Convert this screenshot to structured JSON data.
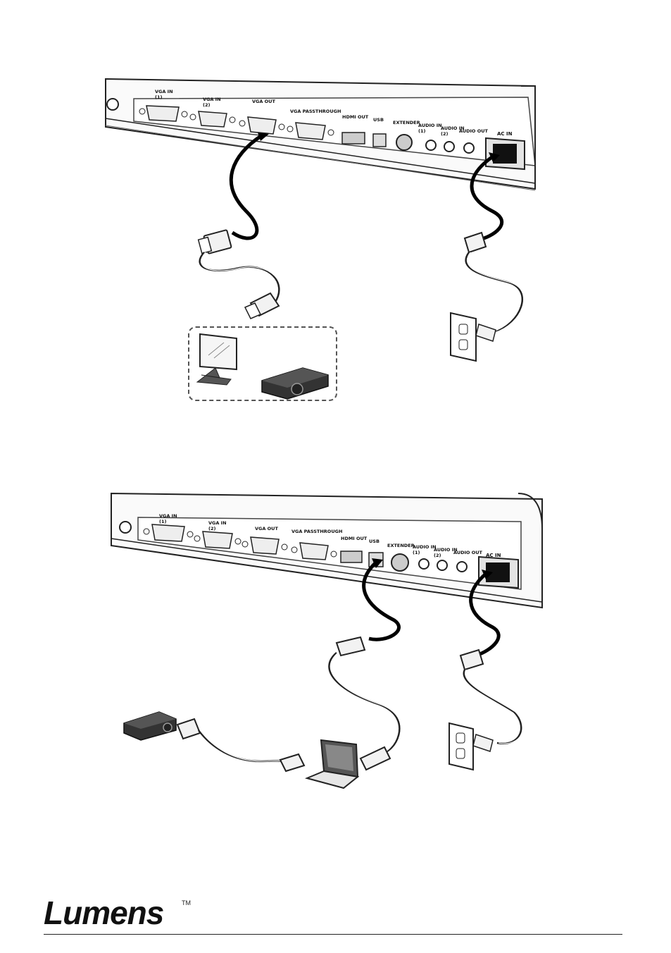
{
  "panel_top": {
    "ports": {
      "vga_in_1": "VGA IN\n(1)",
      "vga_in_2": "VGA IN\n(2)",
      "vga_out": "VGA OUT",
      "vga_passthrough": "VGA PASSTHROUGH",
      "hdmi_out": "HDMI OUT",
      "usb": "USB",
      "extender": "EXTENDER",
      "audio_in_1": "AUDIO IN\n(1)",
      "audio_in_2": "AUDIO IN\n(2)",
      "audio_out": "AUDIO OUT",
      "ac_in": "AC IN"
    }
  },
  "panel_bottom": {
    "ports": {
      "vga_in_1": "VGA IN\n(1)",
      "vga_in_2": "VGA IN\n(2)",
      "vga_out": "VGA OUT",
      "vga_passthrough": "VGA PASSTHROUGH",
      "hdmi_out": "HDMI OUT",
      "usb": "USB",
      "extender": "EXTENDER",
      "audio_in_1": "AUDIO IN\n(1)",
      "audio_in_2": "AUDIO IN\n(2)",
      "audio_out": "AUDIO OUT",
      "ac_in": "AC IN"
    }
  },
  "footer": {
    "logo": "Lumens",
    "trademark": "TM"
  },
  "icons": [
    "vga-connector-icon",
    "hdmi-connector-icon",
    "monitor-icon",
    "projector-icon",
    "wall-outlet-icon",
    "laptop-icon",
    "usb-connector-icon",
    "power-plug-icon"
  ]
}
